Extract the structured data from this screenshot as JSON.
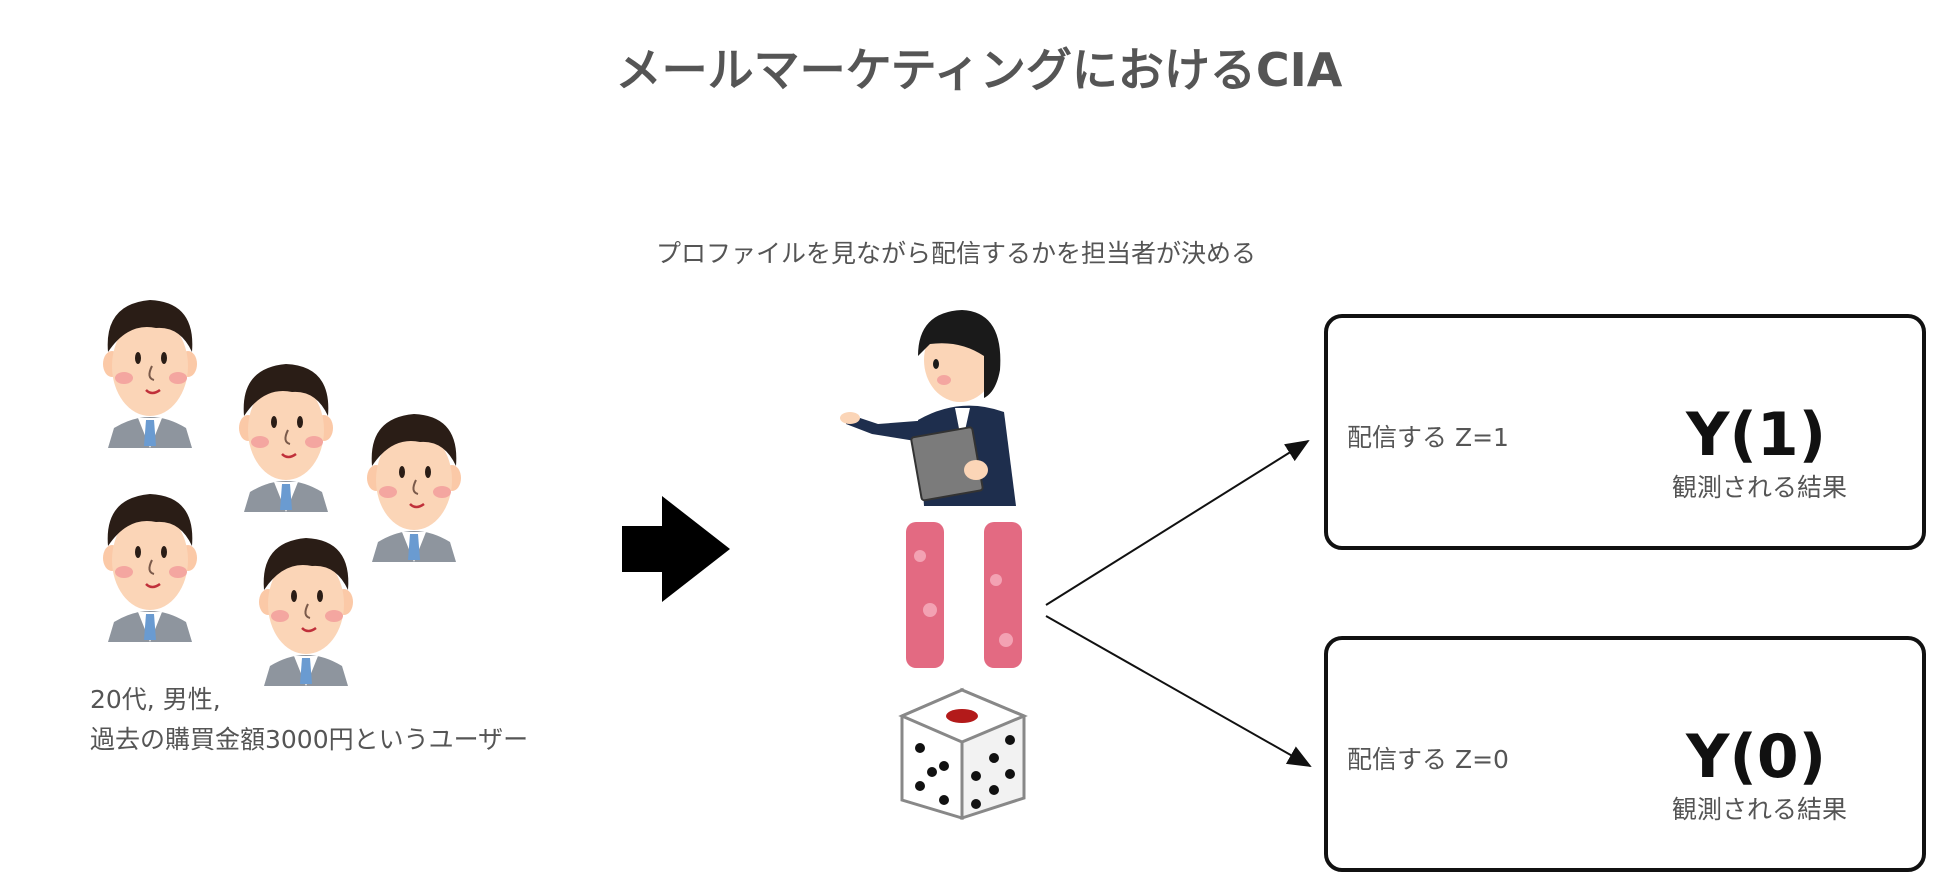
{
  "title": "メールマーケティングにおけるCIA",
  "caption": "プロファイルを見ながら配信するかを担当者が決める",
  "profile": {
    "line1": "20代,   男性,",
    "line2": "過去の購買金額3000円というユーザー"
  },
  "outcomes": [
    {
      "label": "配信する Z=1",
      "y": "Y(1)",
      "note": "観測される結果"
    },
    {
      "label": "配信する Z=0",
      "y": "Y(0)",
      "note": "観測される結果"
    }
  ],
  "colors": {
    "title": "#555555",
    "text": "#555555",
    "stroke": "#111111",
    "pillar": "#e36a82",
    "suit": "#33435f"
  },
  "icons": [
    "user-icon",
    "staff-pointing-icon",
    "equals-icon",
    "dice-icon",
    "right-arrow-icon"
  ]
}
